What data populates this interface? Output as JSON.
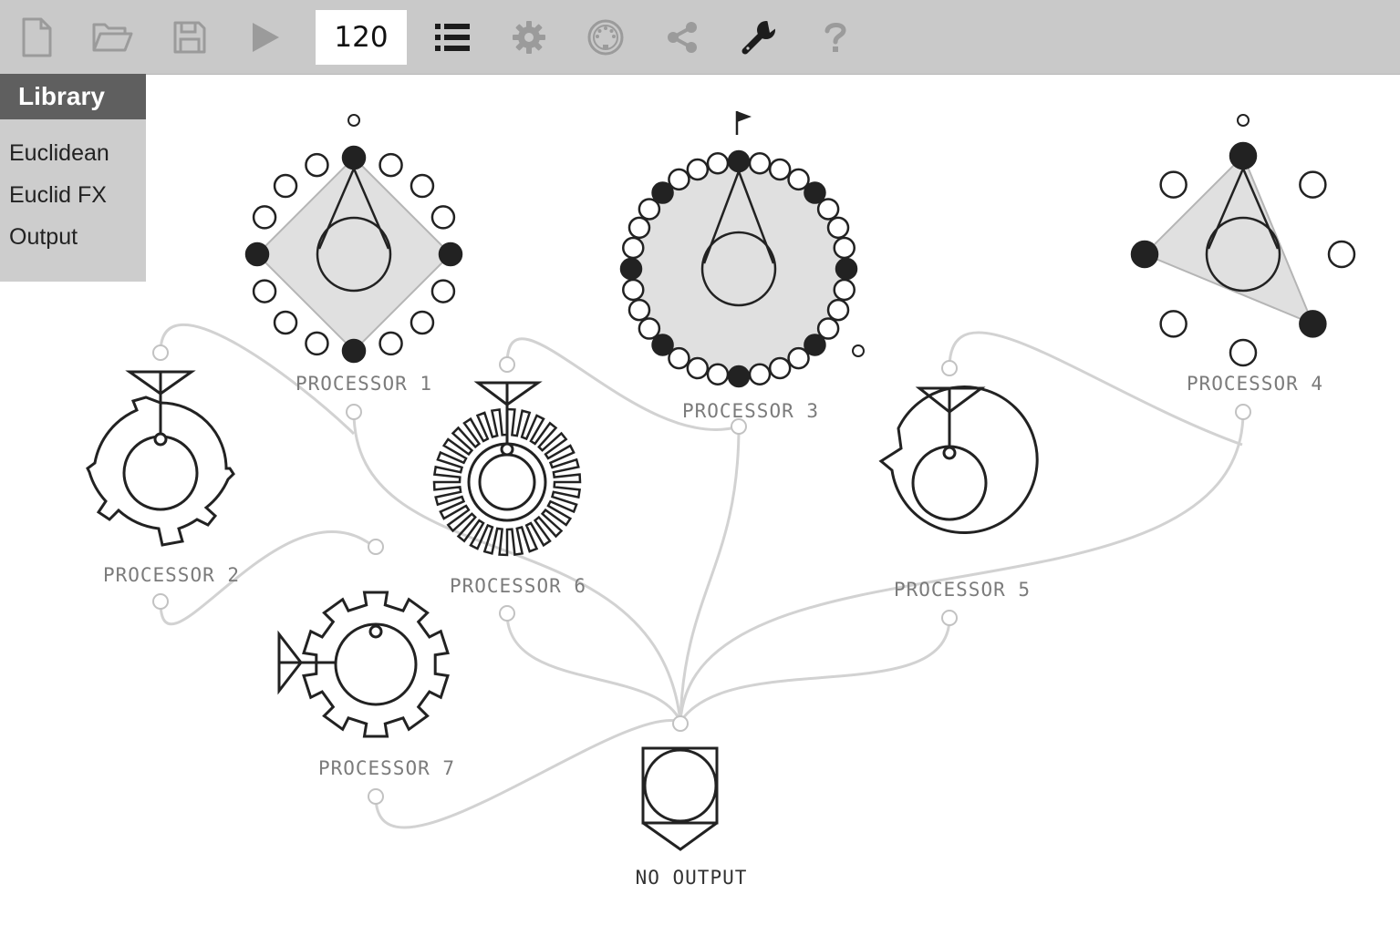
{
  "toolbar": {
    "buttons": [
      {
        "name": "new-file",
        "icon": "document-icon",
        "active": false
      },
      {
        "name": "open-folder",
        "icon": "folder-open-icon",
        "active": false
      },
      {
        "name": "save",
        "icon": "floppy-disk-icon",
        "active": false
      },
      {
        "name": "play",
        "icon": "play-icon",
        "active": false
      },
      {
        "name": "list",
        "icon": "list-icon",
        "active": true
      },
      {
        "name": "settings",
        "icon": "gear-icon",
        "active": false
      },
      {
        "name": "midi",
        "icon": "midi-connector-icon",
        "active": false
      },
      {
        "name": "share",
        "icon": "share-icon",
        "active": false
      },
      {
        "name": "tools",
        "icon": "wrench-icon",
        "active": true
      },
      {
        "name": "help",
        "icon": "question-icon",
        "active": false
      }
    ],
    "tempo": "120"
  },
  "library": {
    "title": "Library",
    "items": [
      "Euclidean",
      "Euclid FX",
      "Output"
    ]
  },
  "nodes": {
    "p1": {
      "label": "PROCESSOR 1",
      "steps": 16,
      "pulses": 4
    },
    "p2": {
      "label": "PROCESSOR 2"
    },
    "p3": {
      "label": "PROCESSOR 3",
      "steps": 32,
      "pulses": 8
    },
    "p4": {
      "label": "PROCESSOR 4",
      "steps": 8,
      "pulses": 3
    },
    "p5": {
      "label": "PROCESSOR 5"
    },
    "p6": {
      "label": "PROCESSOR 6"
    },
    "p7": {
      "label": "PROCESSOR 7"
    },
    "output": {
      "label": "NO OUTPUT"
    }
  },
  "colors": {
    "toolbar": "#c9c9c9",
    "icon_inactive": "#9b9b9b",
    "icon_active": "#1c1c1c",
    "cable": "#d2d2d2",
    "step_on": "#222222",
    "wheel_fill": "#e0e0e0"
  }
}
